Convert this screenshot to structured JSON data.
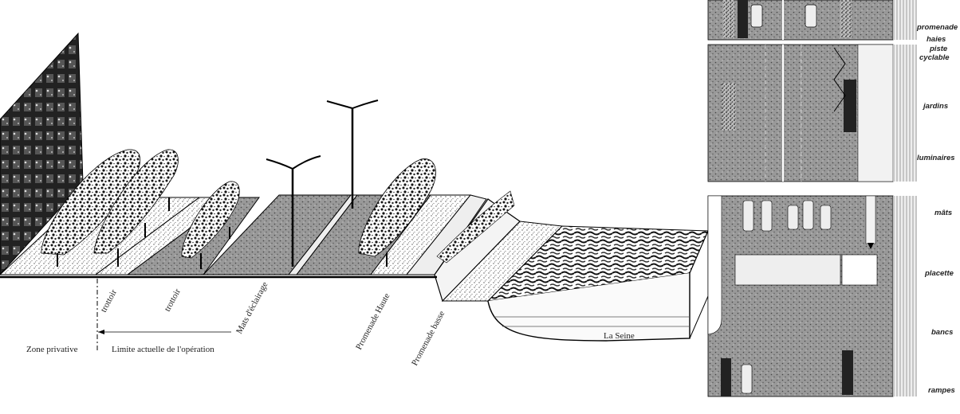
{
  "section_labels": {
    "trottoir_1": "trottoir",
    "trottoir_2": "trottoir",
    "mats": "Mats d'éclairage",
    "promenade_haute": "Promenade Haute",
    "promenade_basse": "Promenade basse",
    "seine": "La Seine",
    "zone_privative": "Zone privative",
    "limite": "Limite actuelle de l'opération"
  },
  "plan_labels": {
    "promenade": "promenade",
    "haies": "haies",
    "piste": "piste",
    "cyclable": "cyclable",
    "jardins": "jardins",
    "luminaires": "luminaires",
    "mats": "mâts",
    "placette": "placette",
    "bancs": "bancs",
    "rampes": "rampes"
  }
}
